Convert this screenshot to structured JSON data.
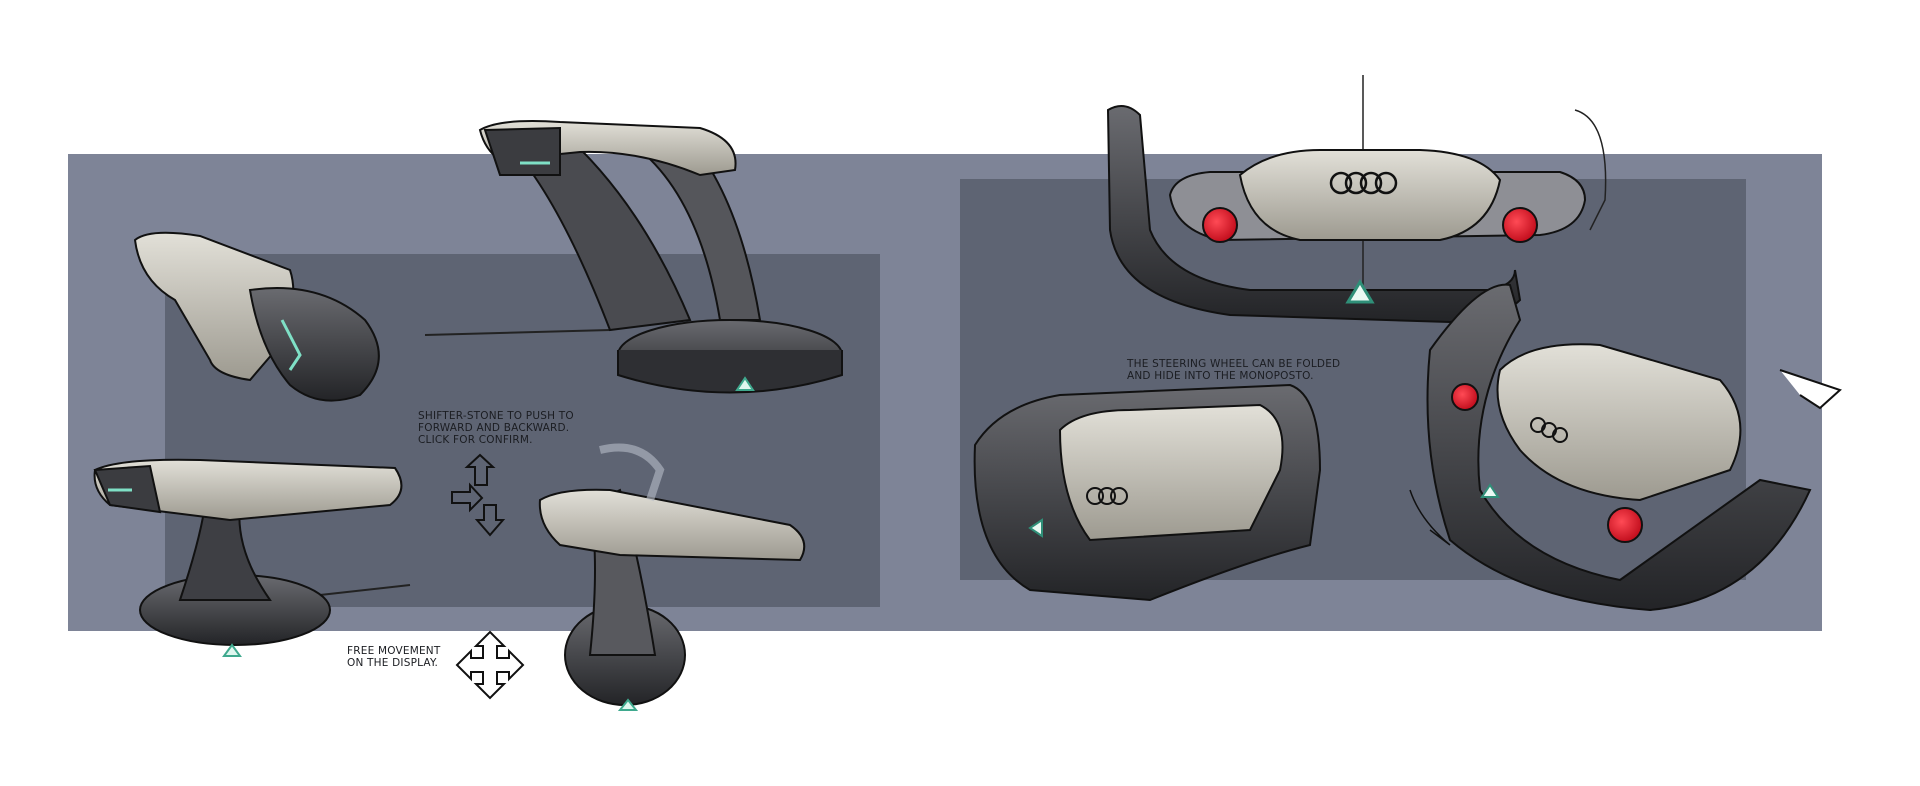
{
  "title": "Steering and shifter concept sketches",
  "colors": {
    "background": "#ffffff",
    "outer_panel": "#7e8497",
    "inner_panel": "#5e6473",
    "body_light": "#c9c6bc",
    "body_dark": "#3a3b3f",
    "accent_glow": "#3fa98e",
    "button_red": "#e0192c",
    "ink": "#111111"
  },
  "annotations": {
    "shifter": "SHIFTER-STONE TO PUSH TO\nFORWARD AND BACKWARD.\nCLICK FOR CONFIRM.",
    "free_movement": "FREE MOVEMENT\nON THE DISPLAY.",
    "steering": "THE STEERING WHEEL CAN BE FOLDED\nAND HIDE INTO THE MONOPOSTO."
  },
  "sketches": [
    {
      "id": "shifter-top-view",
      "description": "shifter stone seen from above"
    },
    {
      "id": "shifter-tall-stand",
      "description": "tall arched shifter on round base"
    },
    {
      "id": "shifter-low-stand",
      "description": "low shifter on dark base"
    },
    {
      "id": "shifter-with-hand",
      "description": "shifter held by a hand"
    },
    {
      "id": "steering-wheel-front",
      "description": "yoke steering wheel front view with four-ring logo and red buttons"
    },
    {
      "id": "steering-wheel-folded",
      "description": "steering wheel folded into monoposto"
    },
    {
      "id": "steering-wheel-angled",
      "description": "yoke steering wheel angled view"
    }
  ],
  "icons": {
    "four_direction_arrows": "push forward/backward arrows",
    "free_movement_cross": "four-way move arrow",
    "glow_arrow_badge": "up arrow indicator"
  }
}
